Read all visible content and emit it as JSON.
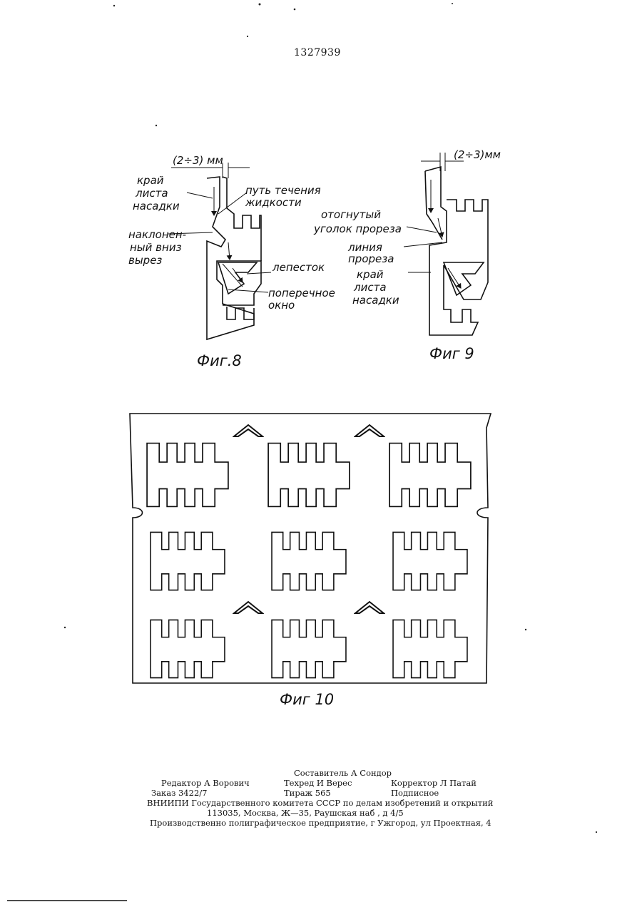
{
  "patent_number": "1327939",
  "figures": {
    "fig8": {
      "caption": "Фиг.8",
      "dimension": "(2÷3) мм",
      "labels": {
        "edge_line1": "край",
        "edge_line2": "листа",
        "edge_line3": "насадки",
        "flow_line1": "путь течения",
        "flow_line2": "жидкости",
        "cut_line1": "наклонен-",
        "cut_line2": "ный вниз",
        "cut_line3": "вырез",
        "petal": "лепесток",
        "window_line1": "поперечное",
        "window_line2": "окно"
      }
    },
    "fig9": {
      "caption": "Фиг 9",
      "dimension": "(2÷3)мм",
      "labels": {
        "corner_line1": "отогнутый",
        "corner_line2": "уголок прореза",
        "slot_line1": "линия",
        "slot_line2": "прореза",
        "edge_line1": "край",
        "edge_line2": "листа",
        "edge_line3": "насадки"
      }
    },
    "fig10": {
      "caption": "Фиг 10"
    }
  },
  "footer": {
    "compiler": "Составитель А Сондор",
    "editor": "Редактор А Ворович",
    "techred": "Техред И Верес",
    "corrector": "Корректор Л Патай",
    "order": "Заказ 3422/7",
    "print_run": "Тираж 565",
    "subscription": "Подписное",
    "org": "ВНИИПИ Государственного комитета СССР по делам изобретений и открытий",
    "address": "113035, Москва, Ж—35, Раушская наб , д 4/5",
    "printer": "Производственно полиграфическое предприятие, г Ужгород, ул Проектная, 4"
  }
}
